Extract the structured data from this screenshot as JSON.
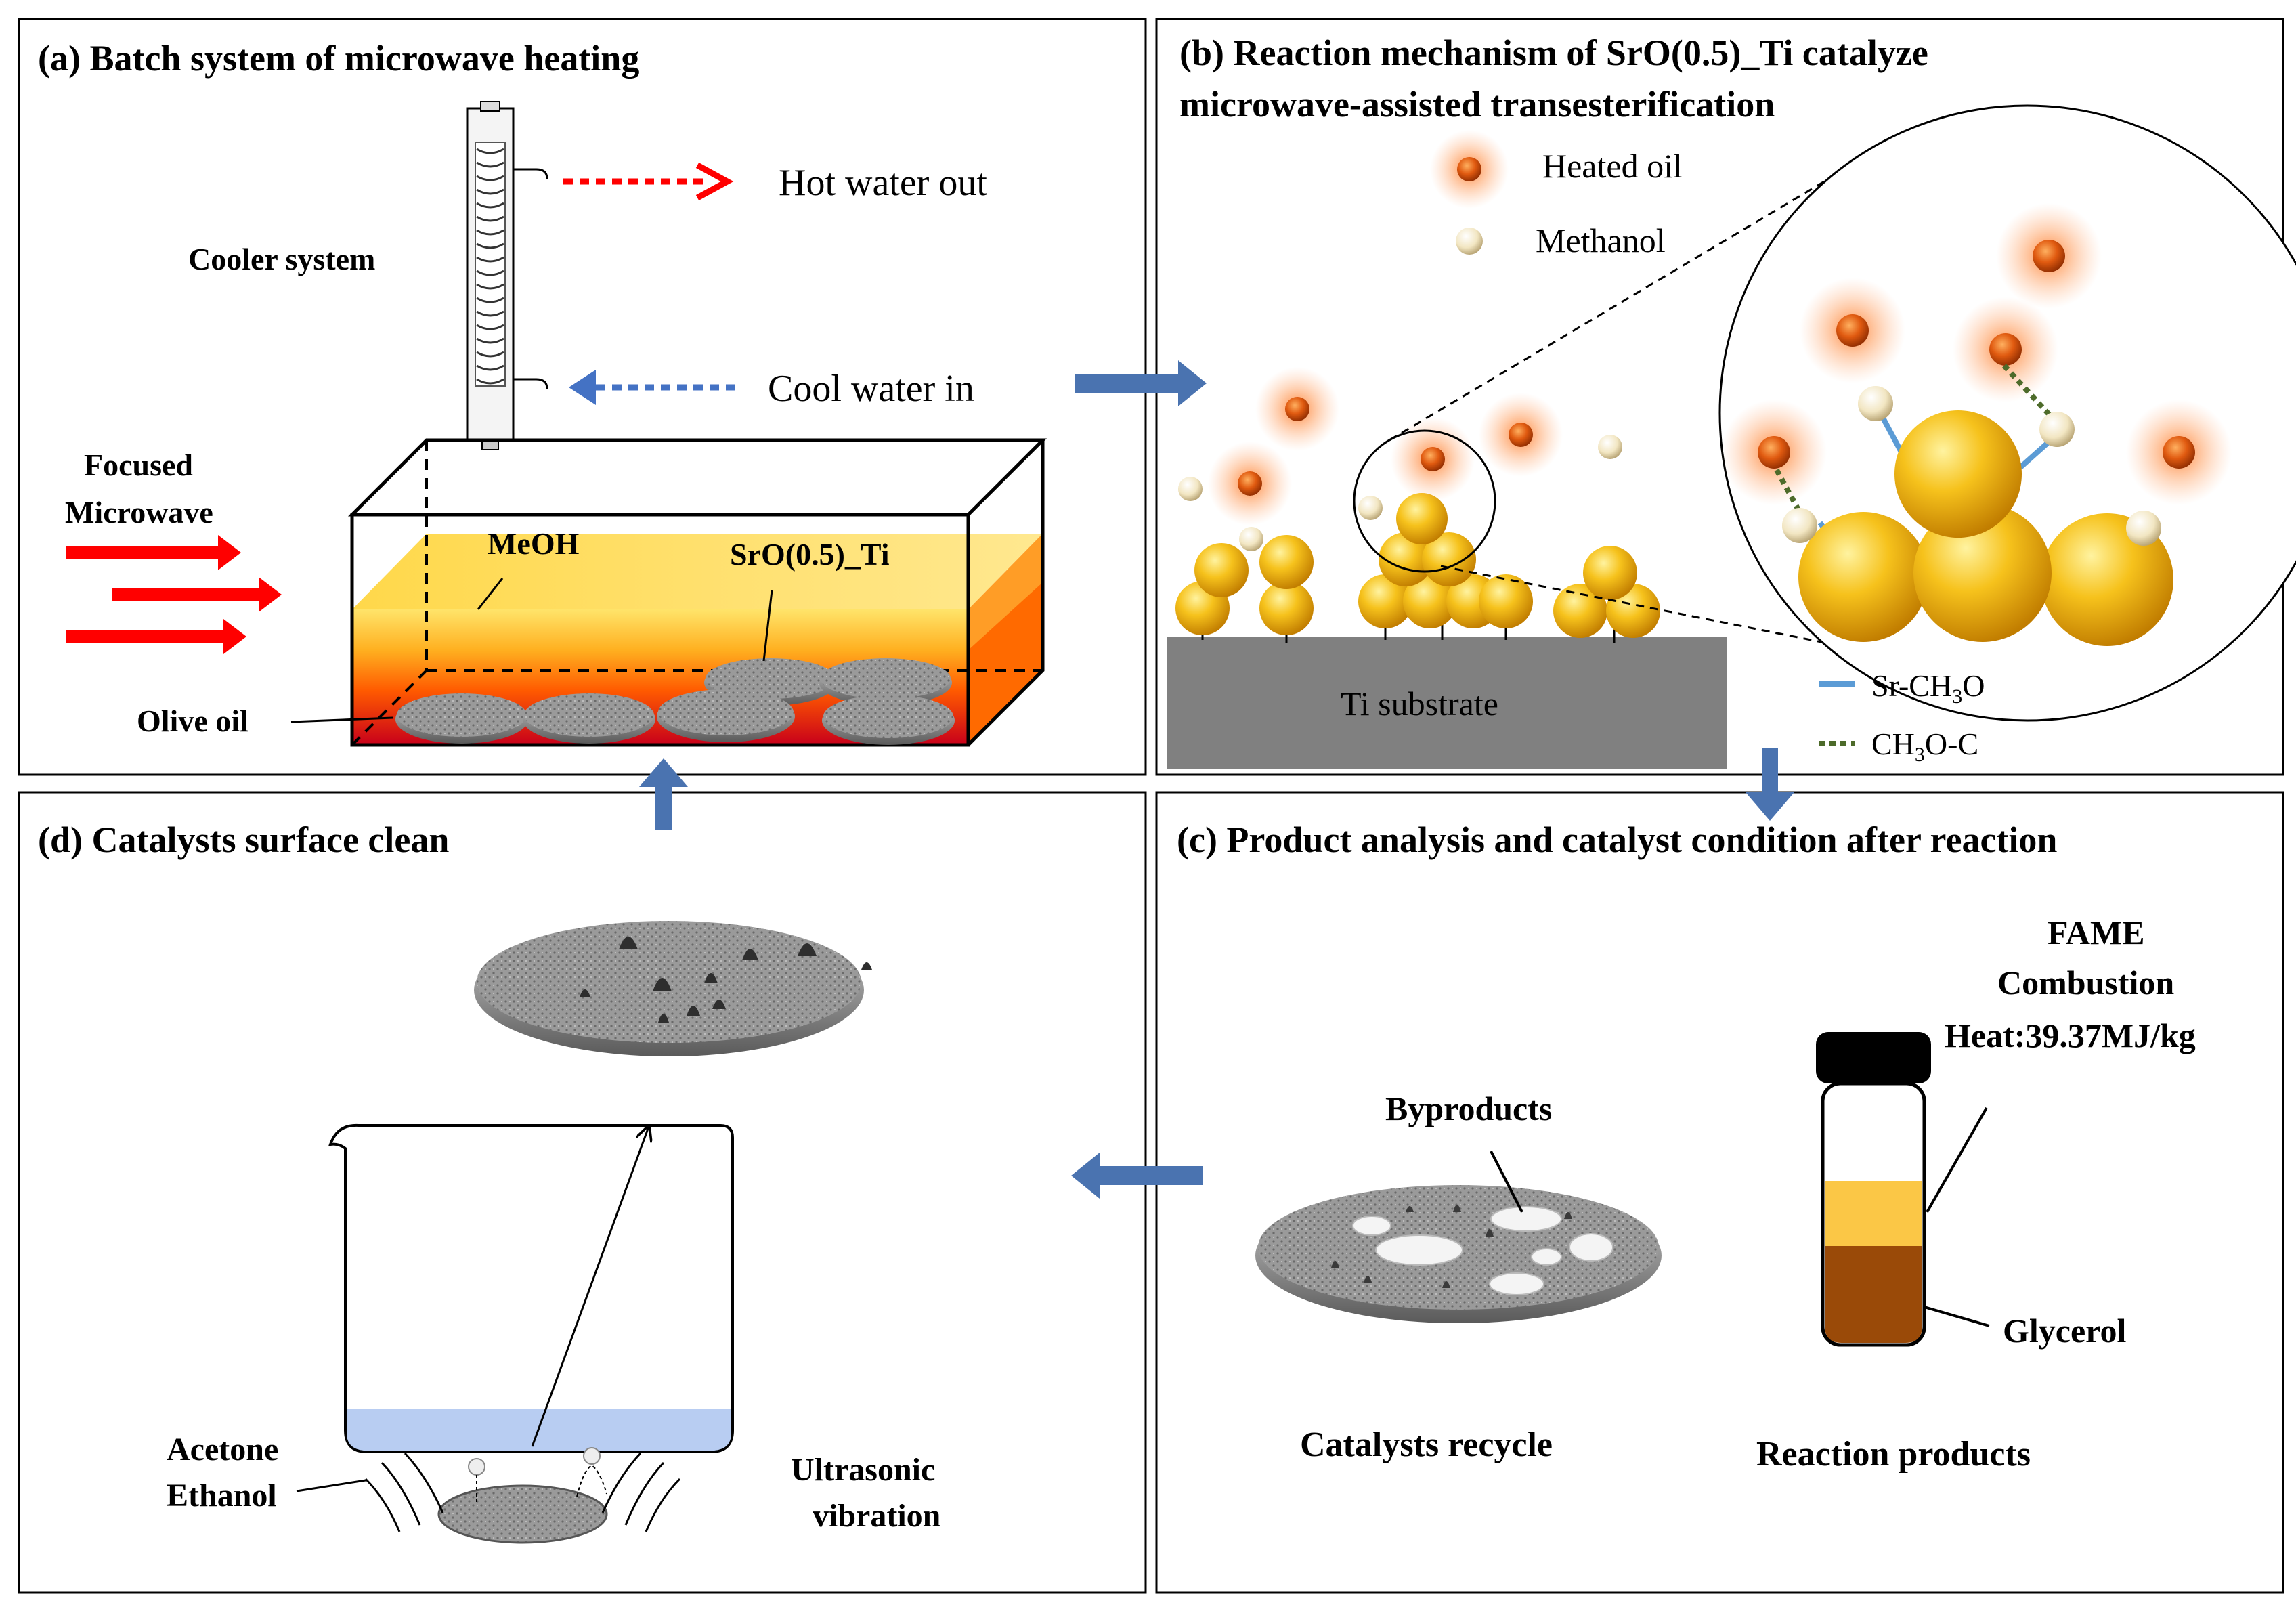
{
  "panels": {
    "a": {
      "title": "(a) Batch system of microwave heating",
      "cooler": "Cooler system",
      "hot_water": "Hot water out",
      "cool_water": "Cool water in",
      "microwave_line1": "Focused",
      "microwave_line2": "Microwave",
      "meoh": "MeOH",
      "catalyst": "SrO(0.5)_Ti",
      "olive_oil": "Olive oil"
    },
    "b": {
      "title_line1": "(b) Reaction mechanism of SrO(0.5)_Ti catalyze",
      "title_line2": "microwave-assisted  transesterification",
      "heated_oil": "Heated oil",
      "methanol": "Methanol",
      "substrate": "Ti substrate",
      "legend_sr_prefix": "Sr-CH",
      "legend_sr_sub": "3",
      "legend_sr_suffix": "O",
      "legend_c_prefix": "CH",
      "legend_c_sub": "3",
      "legend_c_suffix": "O-C",
      "colors": {
        "oil": "#e05a10",
        "methanol": "#f2e6c2",
        "sphere": "#f0b20c",
        "sr_bond": "#5b9bd5",
        "c_bond": "#4d6b2a"
      }
    },
    "c": {
      "title": "(c) Product analysis and catalyst condition after reaction",
      "fame": "FAME",
      "combustion": "Combustion",
      "heat": "Heat:39.37MJ/kg",
      "byproducts": "Byproducts",
      "glycerol": "Glycerol",
      "recycle": "Catalysts recycle",
      "products": "Reaction products",
      "colors": {
        "fame": "#fbc746",
        "glycerol": "#9a4a08"
      }
    },
    "d": {
      "title": "(d) Catalysts surface clean",
      "acetone": "Acetone",
      "ethanol": "Ethanol",
      "ultrasonic_line1": "Ultrasonic",
      "ultrasonic_line2": "vibration",
      "colors": {
        "solvent": "#b8cdf2"
      }
    }
  },
  "colors": {
    "flow_arrow": "#4a73b0",
    "microwave": "#ff0000",
    "hot": "#ff0000",
    "cool": "#4472c4",
    "substrate": "#808080"
  }
}
